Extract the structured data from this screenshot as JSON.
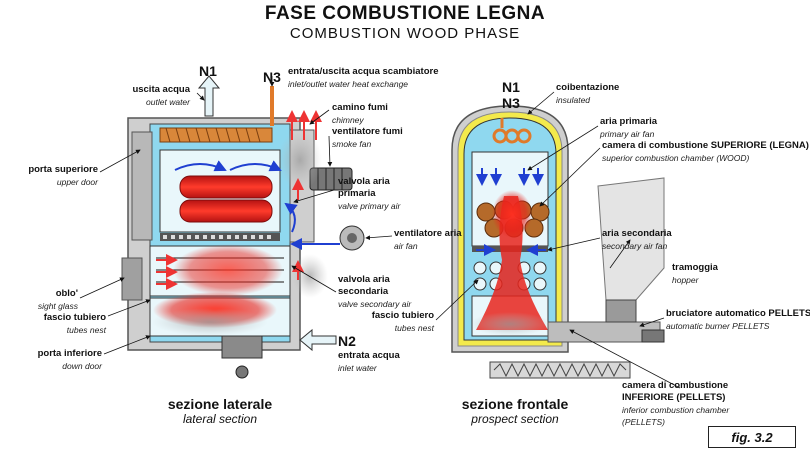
{
  "title": {
    "it": "FASE COMBUSTIONE LEGNA",
    "en": "COMBUSTION WOOD PHASE"
  },
  "markers": {
    "n1": "N1",
    "n3": "N3",
    "n2": "N2"
  },
  "labels": {
    "outlet_water": {
      "it": "uscita acqua",
      "en": "outlet water"
    },
    "inlet_outlet_exchange": {
      "it": "entrata/uscita acqua scambiatore",
      "en": "inlet/outlet water heat exchange"
    },
    "chimney": {
      "it": "camino fumi",
      "en": "chimney"
    },
    "smoke_fan": {
      "it": "ventilatore fumi",
      "en": "smoke fan"
    },
    "upper_door": {
      "it": "porta superiore",
      "en": "upper door"
    },
    "valve_primary": {
      "it": "valvola aria primaria",
      "en": "valve primary air"
    },
    "air_fan": {
      "it": "ventilatore aria",
      "en": "air fan"
    },
    "sight_glass": {
      "it": "oblo'",
      "en": "sight glass"
    },
    "valve_secondary": {
      "it": "valvola aria secondaria",
      "en": "valve secondary air"
    },
    "tubes_nest_left": {
      "it": "fascio tubiero",
      "en": "tubes nest"
    },
    "down_door": {
      "it": "porta inferiore",
      "en": "down door"
    },
    "inlet_water": {
      "it": "entrata acqua",
      "en": "inlet water"
    },
    "insulated": {
      "it": "coibentazione",
      "en": "insulated"
    },
    "primary_air_fan": {
      "it": "aria primaria",
      "en": "primary air fan"
    },
    "upper_chamber": {
      "it": "camera di combustione SUPERIORE (LEGNA)",
      "en": "superior combustion chamber (WOOD)"
    },
    "secondary_air_fan": {
      "it": "aria secondaria",
      "en": "secondary air fan"
    },
    "hopper": {
      "it": "tramoggia",
      "en": "hopper"
    },
    "tubes_nest_right": {
      "it": "fascio tubiero",
      "en": "tubes nest"
    },
    "burner_pellets": {
      "it": "bruciatore automatico PELLETS",
      "en": "automatic burner PELLETS"
    },
    "lower_chamber": {
      "it": "camera di combustione INFERIORE (PELLETS)",
      "en": "inferior combustion chamber (PELLETS)"
    }
  },
  "sections": {
    "lateral": {
      "it": "sezione laterale",
      "en": "lateral section"
    },
    "prospect": {
      "it": "sezione frontale",
      "en": "prospect section"
    }
  },
  "fig": "fig. 3.2",
  "colors": {
    "flame": "#e8241c",
    "water": "#8fd8ef",
    "air_arrow": "#1f3fd1",
    "insulation": "#f3ea4c",
    "casing": "#cfcfcf"
  }
}
